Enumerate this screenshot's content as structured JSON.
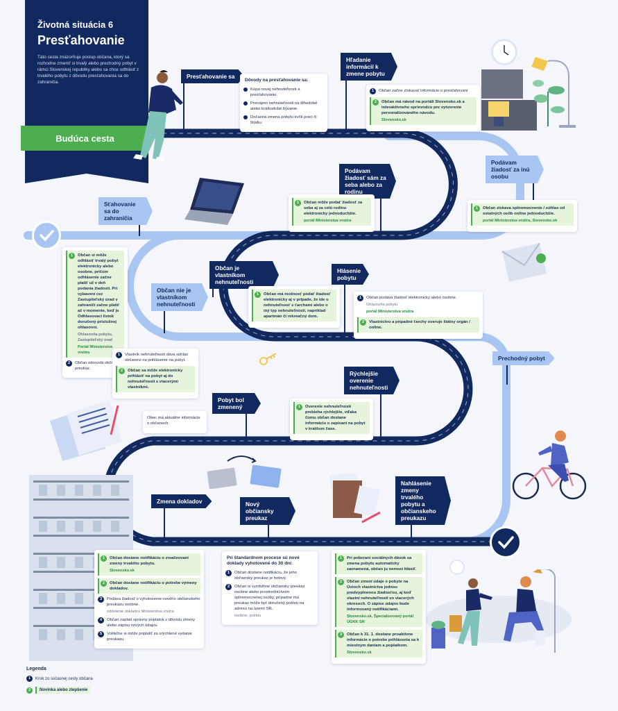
{
  "header": {
    "kicker": "Životná situácia 6",
    "title": "Presťahovanie",
    "intro": "Táto cesta znázorňuje postup občana, ktorý sa rozhodne zmeniť si trvalý alebo prechodný pobyt v rámci Slovenskej republiky alebo sa chce odhlásiť z trvalého pobytu z dôvodu presťahovania sa do zahraničia.",
    "future_label": "Budúca cesta"
  },
  "flags": {
    "prestahovanie": "Presťahovanie sa",
    "hladanie": "Hľadanie informácií k zmene pobytu",
    "za_seba": "Podávam žiadosť sám za seba alebo za rodinu",
    "za_inu": "Podávam žiadosť za inú osobu",
    "zahranicie": "Sťahovanie sa do zahraničia",
    "vlastnik": "Občan je vlastníkom nehnuteľnosti",
    "hlasenie": "Hlásenie pobytu",
    "nie_vlastnik": "Občan nie je vlastníkom nehnuteľnosti",
    "prechodny": "Prechodný pobyt",
    "rychlejsie": "Rýchlejšie overenie nehnuteľnosti",
    "zmeneny": "Pobyt bol zmenený",
    "zmena_dokladov": "Zmena dokladov",
    "novy_op": "Nový občiansky preukaz",
    "nahlasenie": "Nahlásenie zmeny trvalého pobytu a občianskeho preukazu"
  },
  "cards": {
    "dovody": {
      "head": "Dôvody na presťahovanie sa:",
      "items": [
        "Kúpa novej nehnuteľnosti a presťahovanie.",
        "Prenájom nehnuteľnosti na dlhodobé alebo krátkodobé bývanie.",
        "Dočasná zmena pobytu kvôli práci či štúdiu."
      ]
    },
    "hladanie": {
      "s1": "Občan začne získavať informácie o presťahovaní",
      "s2": "Občan má návod na portáli Slovensko.sk a interaktívneho sprievodcu pre vytvorenie personalizovaného návodu.",
      "s2_src": "Slovensko.sk"
    },
    "za_seba": {
      "s1": "Občan môže podať žiadosť za seba aj za celú rodinu elektronicky jednoduchšie.",
      "s1_src": "portál Ministerstva vnútra"
    },
    "za_inu": {
      "s1": "Občan získava splnomocnenie / súhlas od ostatných osôb online jednoduchšie.",
      "s1_src": "portál Ministerstva vnútra, Slovensko.sk"
    },
    "zahranicie": {
      "s1": "Občan si môže odhlásiť trvalý pobyt elektronicky alebo osobne, pričom odhlásenie začne platiť už v deň podania žiadosti. Pri vybavení cez Zastupiteľský úrad v zahraničí začne platiť až v momente, keď je Odhlasovací lístok doručený príslušnej ohlasovni.",
      "s1_loc": "Ohlasovňa pobytu, Zastupiteľský úrad",
      "s1_src": "Portál Ministerstva vnútra",
      "s2": "Občan odovzdá občiansky preukaz."
    },
    "vlastnik": {
      "s1": "Občan má možnosť podať žiadosť elektronicky aj v prípade, že ide o nehnuteľnosť s ťarchami alebo o iný typ nehnuteľnosti, napríklad apartmán či rekreačný dom."
    },
    "hlasenie": {
      "s1": "Občan podáva žiadosť elektronicky alebo osobne.",
      "s1_loc": "Ohlasovňa pobytu",
      "s1_src": "portál Ministerstva vnútra",
      "s2": "Vlastníctvo a prípadné ťarchy overuje štátny orgán / online."
    },
    "nie_vlastnik": {
      "s1": "Vlastník nehnuteľnosti dáva súhlas občanovi na prihlásenie na pobyt.",
      "s2": "Občan sa môže elektronicky prihlásiť na pobyt aj do nehnuteľnosti s viacerými vlastníkmi."
    },
    "rychlejsie": {
      "s1": "Overenie nehnuteľnosti prebieha rýchlejšie, vďaka čomu občan dostane informáciu o zapísaní na pobyt v kratšom čase."
    },
    "zmeneny": {
      "text": "Obec má aktuálne informácie o občanoch."
    },
    "zmena_dokladov": {
      "s1": "Občan dostane notifikáciu o zrealizovaní zmeny trvalého pobytu.",
      "s1_src": "Slovensko.sk",
      "s2": "Občan dostane notifikáciu o potrebe výmeny dokladov.",
      "s3": "Podáva žiadosť o vyhotovenie nového občianskeho preukazu osobne.",
      "s3_loc": "oddelenie dokladov Ministerstva vnútra",
      "s4": "Občan zaplatí správny poplatok z dôvodu zmeny alebo zápisu nových údajov.",
      "s5": "Voliteľne si môže priplatiť za urýchlené vydanie preukazu."
    },
    "novy_op": {
      "head": "Pri štandardnom procese sú nové doklady vyhotovené do 30 dní:",
      "s1": "Občan dostane notifikáciu, že jeho občiansky preukaz je hotový.",
      "s2": "Občan si vyzdvihne občiansky preukaz osobne alebo prostredníctvom splnomocnenej osoby, prípadne mu preukaz môže byť doručený poštou na adresu na území SR.",
      "s2_loc": "osobne, poštou"
    },
    "nahlasenie": {
      "s1": "Pri poberaní sociálnych dávok sa zmena pobytu automaticky zaznamená, občan ju nemusí hlásiť.",
      "s2": "Občan zmení údaje o pobyte na Ústoch vlastníctva jednou predvyplnenou žiadosťou, aj keď vlastní nehnuteľnosti vo viacerých okresoch. O zápise údajov bude informovaný notifikáciami.",
      "s2_src": "Slovensko.sk, Špecializovaný portál ÚGKK SR",
      "s3": "Občan k 31. 1. dostane proaktívne informácie o potrebe prihlásenia sa k miestnym daniam a poplatkom.",
      "s3_src": "Slovensko.sk"
    }
  },
  "legend": {
    "title": "Legenda",
    "step": "Krok zo súčasnej cesty občana",
    "novelty": "Novinka alebo zlepšenie"
  },
  "colors": {
    "navy": "#12295f",
    "road_dark": "#12295f",
    "road_light": "#a9c6f3",
    "green": "#4cae4f",
    "green_bg": "#e6f4dc"
  },
  "icons": [
    "check-icon",
    "key-icon",
    "laptop-icon",
    "envelope-icon",
    "clock-icon",
    "lamp-icon",
    "boxes-icon",
    "plant-icon",
    "id-card-icon",
    "documents-icon",
    "building-icon",
    "cyclist-icon",
    "walking-person-icon",
    "pin-icon",
    "monitor-icon"
  ]
}
